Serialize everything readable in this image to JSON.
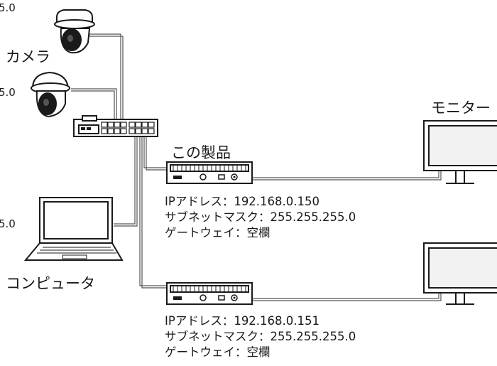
{
  "labels": {
    "camera": "カメラ",
    "monitor": "モニター",
    "product": "この製品",
    "computer": "コンピュータ"
  },
  "cut_off_labels": {
    "top_left": "5.0",
    "camera2": "5.0",
    "computer": "5.0"
  },
  "decoder1": {
    "ip": "IPアドレス：192.168.0.150",
    "subnet": "サブネットマスク：255.255.255.0",
    "gateway": "ゲートウェイ：空欄"
  },
  "decoder2": {
    "ip": "IPアドレス：192.168.0.151",
    "subnet": "サブネットマスク：255.255.255.0",
    "gateway": "ゲートウェイ：空欄"
  },
  "colors": {
    "line": "#1a1a1a",
    "cable": "#555555",
    "screen": "#f2f2f2"
  }
}
